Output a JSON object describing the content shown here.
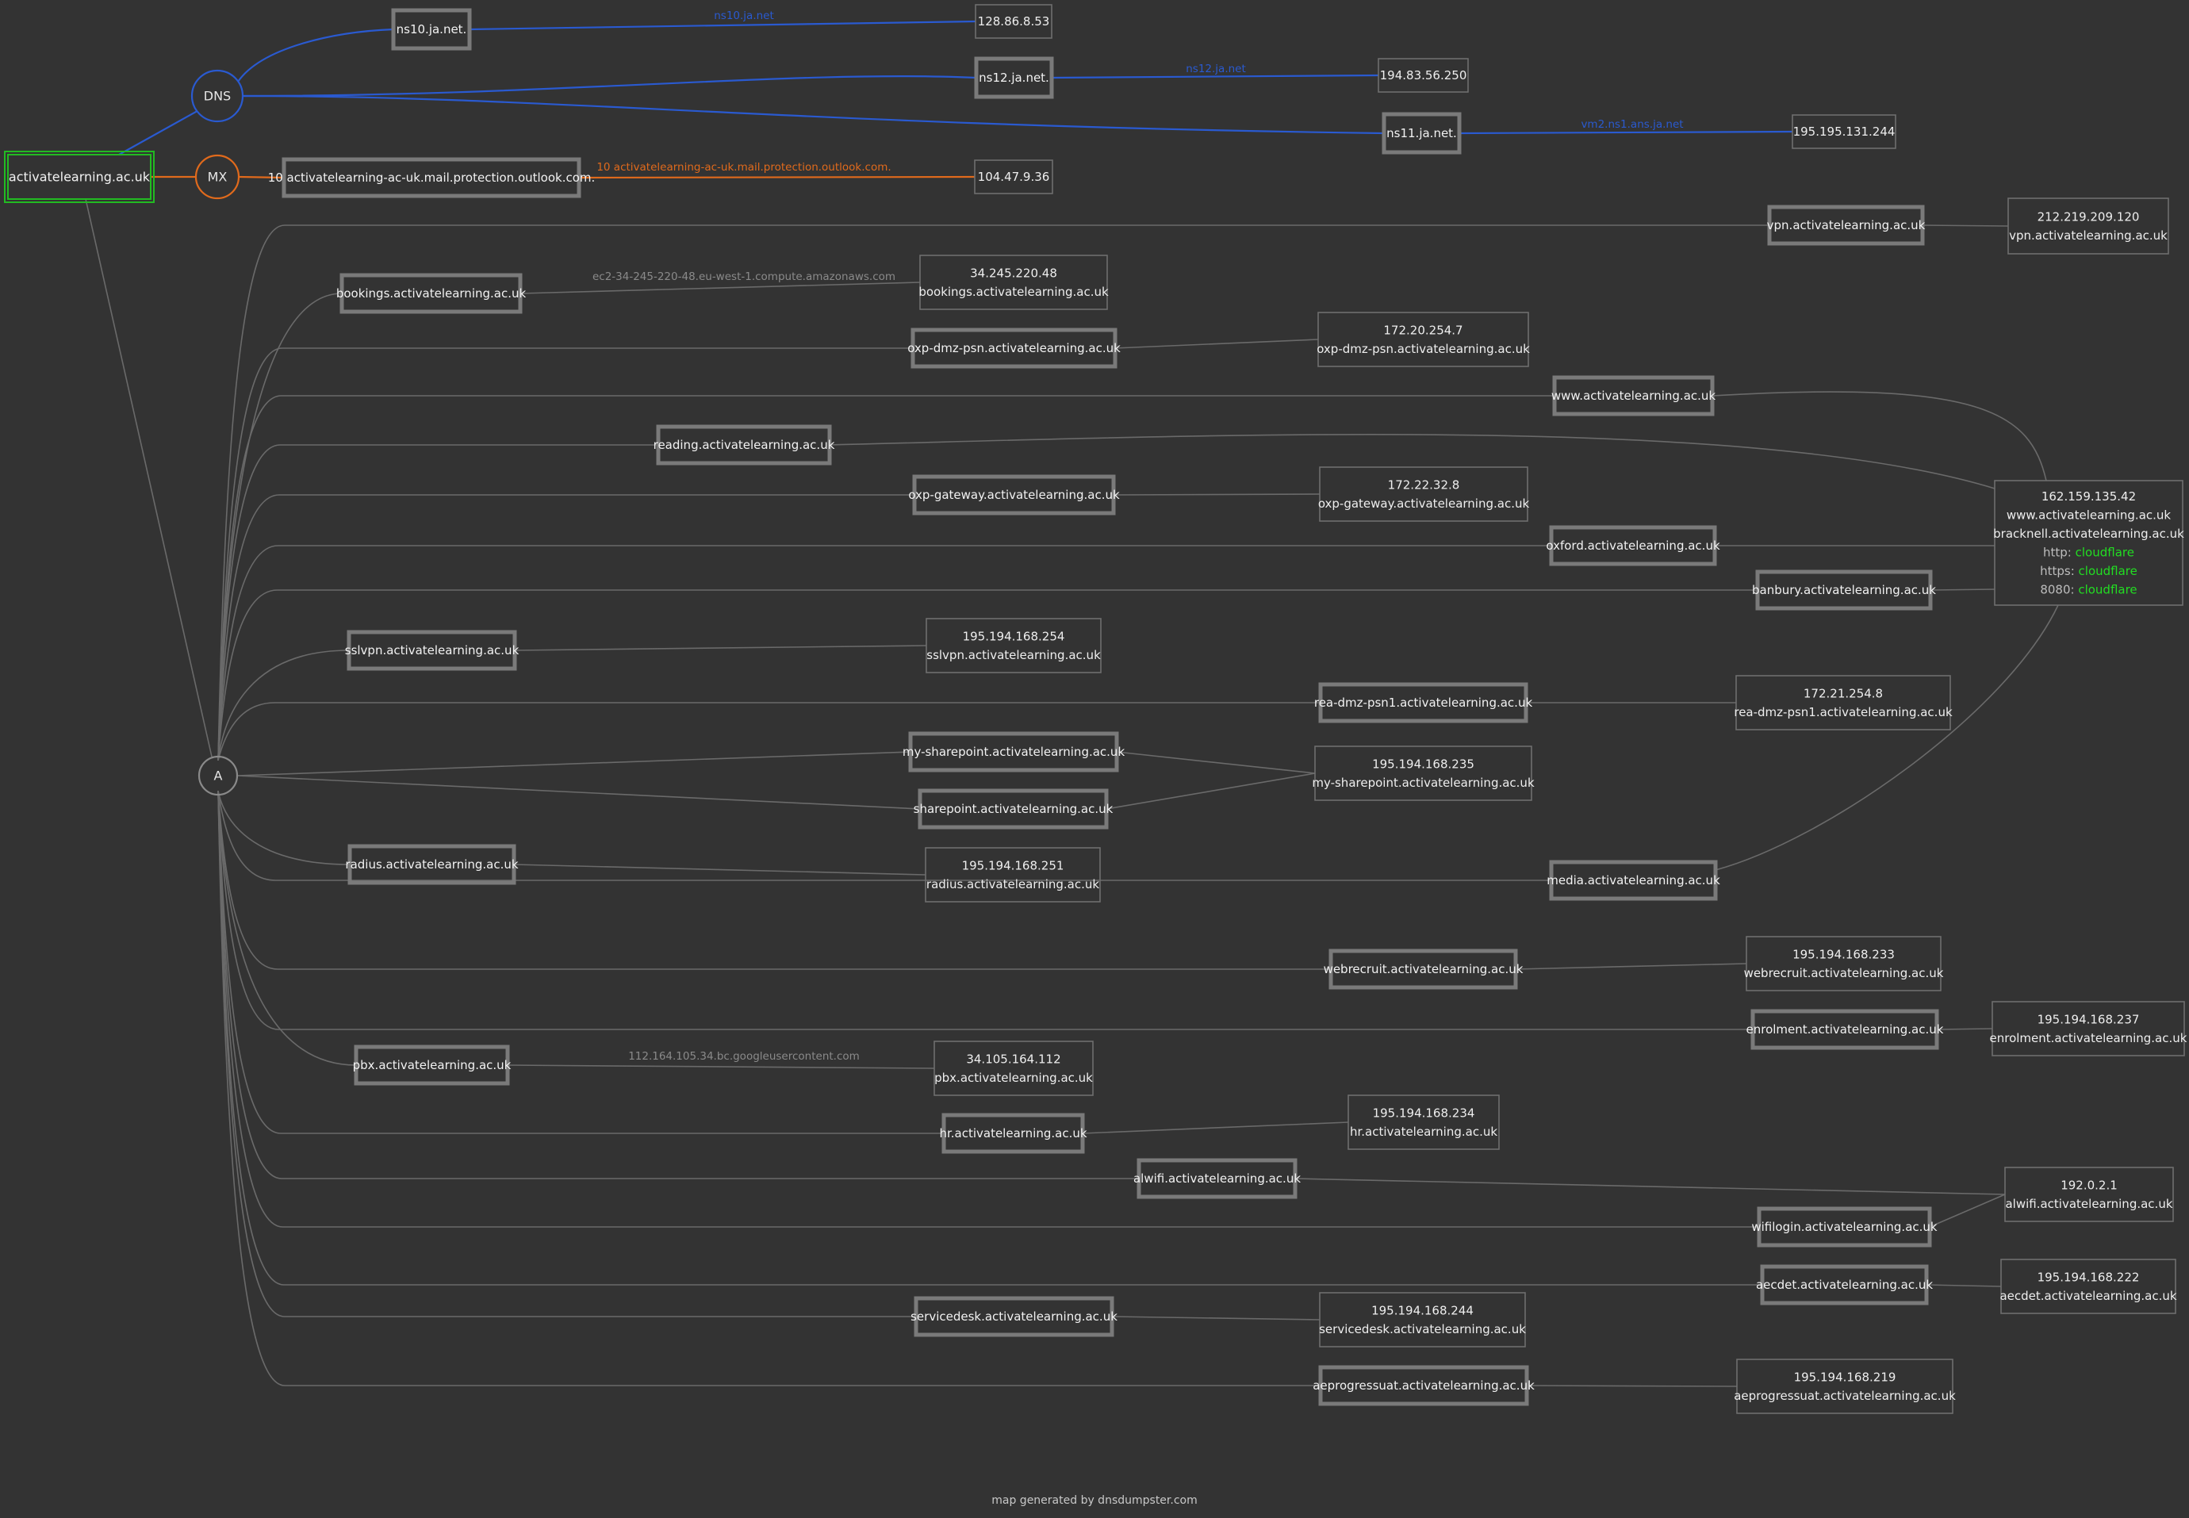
{
  "domain": "activatelearning.ac.uk",
  "hubs": {
    "dns": "DNS",
    "mx": "MX",
    "a": "A"
  },
  "colors": {
    "dns": "#2a5ad0",
    "mx": "#e06a1c",
    "a": "#6a6a6a",
    "root": "#22bb22",
    "service": "#22dd22"
  },
  "dns_records": [
    {
      "host": "ns10.ja.net.",
      "label": "ns10.ja.net",
      "ip": "128.86.8.53"
    },
    {
      "host": "ns12.ja.net.",
      "label": "ns12.ja.net",
      "ip": "194.83.56.250"
    },
    {
      "host": "ns11.ja.net.",
      "label": "vm2.ns1.ans.ja.net",
      "ip": "195.195.131.244"
    }
  ],
  "mx_records": [
    {
      "host": "10 activatelearning-ac-uk.mail.protection.outlook.com.",
      "label": "10 activatelearning-ac-uk.mail.protection.outlook.com.",
      "ip": "104.47.9.36"
    }
  ],
  "a_records": [
    {
      "host": "vpn.activatelearning.ac.uk"
    },
    {
      "host": "bookings.activatelearning.ac.uk",
      "label": "ec2-34-245-220-48.eu-west-1.compute.amazonaws.com"
    },
    {
      "host": "oxp-dmz-psn.activatelearning.ac.uk"
    },
    {
      "host": "www.activatelearning.ac.uk"
    },
    {
      "host": "reading.activatelearning.ac.uk"
    },
    {
      "host": "oxp-gateway.activatelearning.ac.uk"
    },
    {
      "host": "oxford.activatelearning.ac.uk"
    },
    {
      "host": "banbury.activatelearning.ac.uk"
    },
    {
      "host": "sslvpn.activatelearning.ac.uk"
    },
    {
      "host": "rea-dmz-psn1.activatelearning.ac.uk"
    },
    {
      "host": "my-sharepoint.activatelearning.ac.uk"
    },
    {
      "host": "sharepoint.activatelearning.ac.uk"
    },
    {
      "host": "radius.activatelearning.ac.uk"
    },
    {
      "host": "media.activatelearning.ac.uk"
    },
    {
      "host": "webrecruit.activatelearning.ac.uk"
    },
    {
      "host": "enrolment.activatelearning.ac.uk"
    },
    {
      "host": "pbx.activatelearning.ac.uk",
      "label": "112.164.105.34.bc.googleusercontent.com"
    },
    {
      "host": "hr.activatelearning.ac.uk"
    },
    {
      "host": "alwifi.activatelearning.ac.uk"
    },
    {
      "host": "wifilogin.activatelearning.ac.uk"
    },
    {
      "host": "aecdet.activatelearning.ac.uk"
    },
    {
      "host": "servicedesk.activatelearning.ac.uk"
    },
    {
      "host": "aeprogressuat.activatelearning.ac.uk"
    }
  ],
  "ip_boxes": [
    {
      "ip": "212.219.209.120",
      "names": [
        "vpn.activatelearning.ac.uk"
      ]
    },
    {
      "ip": "34.245.220.48",
      "names": [
        "bookings.activatelearning.ac.uk"
      ]
    },
    {
      "ip": "172.20.254.7",
      "names": [
        "oxp-dmz-psn.activatelearning.ac.uk"
      ]
    },
    {
      "ip": "162.159.135.42",
      "names": [
        "www.activatelearning.ac.uk",
        "bracknell.activatelearning.ac.uk"
      ],
      "services": [
        {
          "port": "http:",
          "name": "cloudflare"
        },
        {
          "port": "https:",
          "name": "cloudflare"
        },
        {
          "port": "8080:",
          "name": "cloudflare"
        }
      ]
    },
    {
      "ip": "172.22.32.8",
      "names": [
        "oxp-gateway.activatelearning.ac.uk"
      ]
    },
    {
      "ip": "195.194.168.254",
      "names": [
        "sslvpn.activatelearning.ac.uk"
      ]
    },
    {
      "ip": "172.21.254.8",
      "names": [
        "rea-dmz-psn1.activatelearning.ac.uk"
      ]
    },
    {
      "ip": "195.194.168.235",
      "names": [
        "my-sharepoint.activatelearning.ac.uk"
      ]
    },
    {
      "ip": "195.194.168.251",
      "names": [
        "radius.activatelearning.ac.uk"
      ]
    },
    {
      "ip": "195.194.168.233",
      "names": [
        "webrecruit.activatelearning.ac.uk"
      ]
    },
    {
      "ip": "195.194.168.237",
      "names": [
        "enrolment.activatelearning.ac.uk"
      ]
    },
    {
      "ip": "34.105.164.112",
      "names": [
        "pbx.activatelearning.ac.uk"
      ]
    },
    {
      "ip": "195.194.168.234",
      "names": [
        "hr.activatelearning.ac.uk"
      ]
    },
    {
      "ip": "192.0.2.1",
      "names": [
        "alwifi.activatelearning.ac.uk"
      ]
    },
    {
      "ip": "195.194.168.222",
      "names": [
        "aecdet.activatelearning.ac.uk"
      ]
    },
    {
      "ip": "195.194.168.244",
      "names": [
        "servicedesk.activatelearning.ac.uk"
      ]
    },
    {
      "ip": "195.194.168.219",
      "names": [
        "aeprogressuat.activatelearning.ac.uk"
      ]
    }
  ],
  "footer": "map generated by dnsdumpster.com"
}
